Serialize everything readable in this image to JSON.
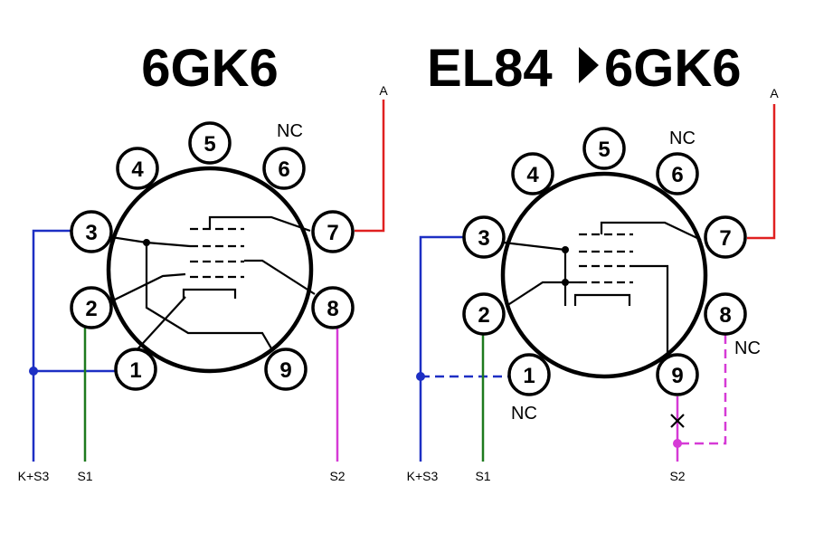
{
  "diagrams": [
    {
      "title": "6GK6",
      "nc_label": "NC",
      "anode_label": "A",
      "pins": [
        "1",
        "2",
        "3",
        "4",
        "5",
        "6",
        "7",
        "8",
        "9"
      ],
      "leads": {
        "k_s3": "K+S3",
        "s1": "S1",
        "s2": "S2"
      }
    },
    {
      "title": "EL84",
      "title_target": "6GK6",
      "nc_labels": [
        "NC",
        "NC",
        "NC"
      ],
      "anode_label": "A",
      "pins": [
        "1",
        "2",
        "3",
        "4",
        "5",
        "6",
        "7",
        "8",
        "9"
      ],
      "leads": {
        "k_s3": "K+S3",
        "s1": "S1",
        "s2": "S2"
      },
      "cut_mark": "X"
    }
  ],
  "colors": {
    "cathode_wire": "#1d2fc4",
    "g1_wire": "#1e7a1e",
    "g2_wire": "#d63ad6",
    "anode_wire": "#e02020"
  },
  "icons": {
    "arrow": "right-triangle-arrow"
  }
}
